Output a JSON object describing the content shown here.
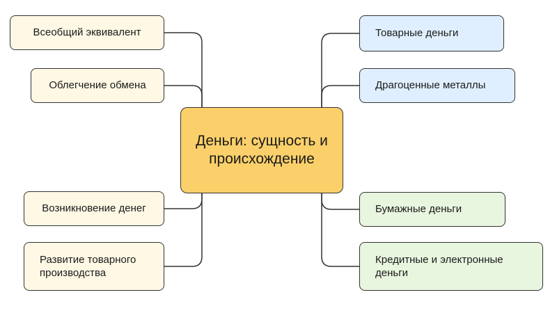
{
  "center": {
    "title": "Деньги: сущность и происхождение"
  },
  "left_nodes": [
    {
      "label": "Всеобщий эквивалент"
    },
    {
      "label": "Облегчение обмена"
    },
    {
      "label": "Возникновение денег"
    },
    {
      "label": "Развитие товарного производства"
    }
  ],
  "right_nodes": [
    {
      "label": "Товарные деньги"
    },
    {
      "label": "Драгоценные металлы"
    },
    {
      "label": "Бумажные деньги"
    },
    {
      "label": "Кредитные и электронные деньги"
    }
  ],
  "colors": {
    "center_fill": "#fbd06a",
    "left_fill": "#fff8e5",
    "blue_fill": "#e0efff",
    "green_fill": "#e8f5df",
    "border": "#333333"
  }
}
